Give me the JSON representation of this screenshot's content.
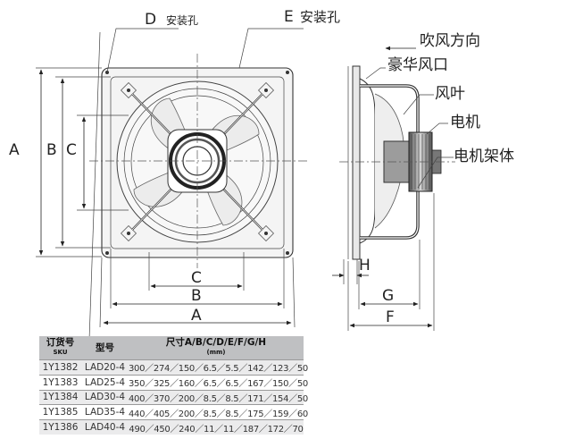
{
  "front_view": {
    "label_d": "D",
    "label_d_hole": "安装孔",
    "label_e": "E",
    "label_e_hole": "安装孔",
    "dim_a": "A",
    "dim_b": "B",
    "dim_c": "C",
    "dim_c_bottom": "C",
    "dim_b_bottom": "B",
    "dim_a_bottom": "A"
  },
  "side_view": {
    "airflow_direction": "吹风方向",
    "deluxe_inlet": "豪华风口",
    "blade": "风叶",
    "motor": "电机",
    "motor_frame": "电机架体",
    "dim_h": "H",
    "dim_g": "G",
    "dim_f": "F"
  },
  "table": {
    "headers": {
      "sku": "订货号",
      "sku_sub": "SKU",
      "model": "型号",
      "dims": "尺寸A/B/C/D/E/F/G/H",
      "dims_unit": "(mm)"
    },
    "rows": [
      {
        "sku": "1Y1382",
        "model": "LAD20-4",
        "dims": "300／274／150／6.5／5.5／142／123／50"
      },
      {
        "sku": "1Y1383",
        "model": "LAD25-4",
        "dims": "350／325／160／6.5／6.5／167／150／50"
      },
      {
        "sku": "1Y1384",
        "model": "LAD30-4",
        "dims": "400／370／200／8.5／8.5／171／154／50"
      },
      {
        "sku": "1Y1385",
        "model": "LAD35-4",
        "dims": "440／405／200／8.5／8.5／175／159／60"
      },
      {
        "sku": "1Y1386",
        "model": "LAD40-4",
        "dims": "490／450／240／11／11／187／172／70"
      }
    ]
  }
}
